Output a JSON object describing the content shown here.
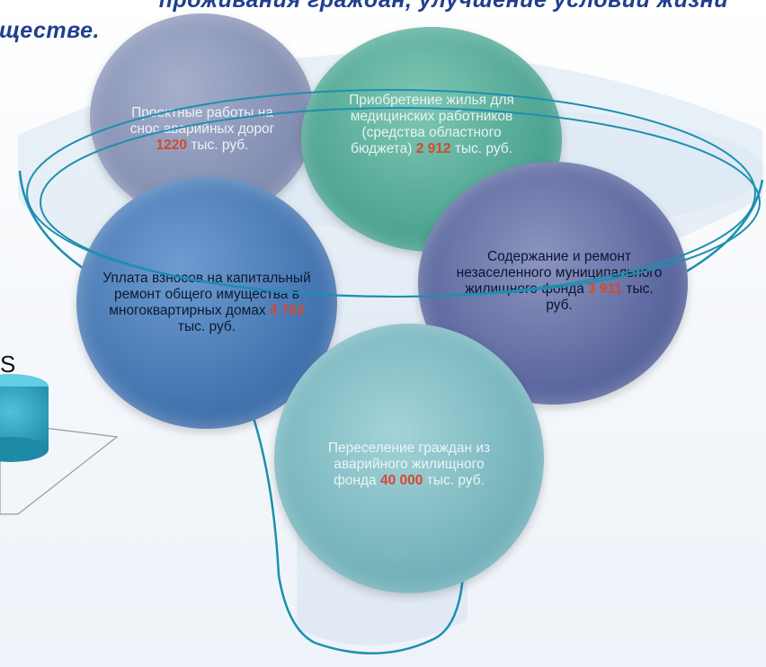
{
  "heading": {
    "line1": "проживания граждан, улучшение условий жизни",
    "line2": "ществе."
  },
  "bubbles": [
    {
      "name": "project-works",
      "text": "Проектные работы на снос аварийных дорог",
      "value": "1220",
      "unit": "тыс. руб.",
      "color": "#7c87aa"
    },
    {
      "name": "medical-housing",
      "text": "Приобретение жилья для медицинских работников (средства областного бюджета)",
      "value": "2 912",
      "unit": "тыс. руб.",
      "color": "#3e9e8c"
    },
    {
      "name": "capital-repair",
      "text": "Уплата взносов на капитальный ремонт общего имущества в многоквартирных домах",
      "value": "4 762",
      "unit": "тыс. руб.",
      "color": "#2f67a8"
    },
    {
      "name": "municipal-fund",
      "text": "Содержание и ремонт незаселенного муниципального жилищного фонда",
      "value": "3 911",
      "unit": "тыс. руб.",
      "color": "#3f4f8f"
    },
    {
      "name": "resettlement",
      "text": "Переселение граждан из аварийного жилищного фонда",
      "value": "40 000",
      "unit": "тыс. руб.",
      "color": "#6db0b8"
    }
  ],
  "side": {
    "fragment": "S"
  },
  "colors": {
    "title": "#1f3f8f",
    "accent_number": "#d4492f",
    "funnel_stroke": "#1e8fb0"
  }
}
